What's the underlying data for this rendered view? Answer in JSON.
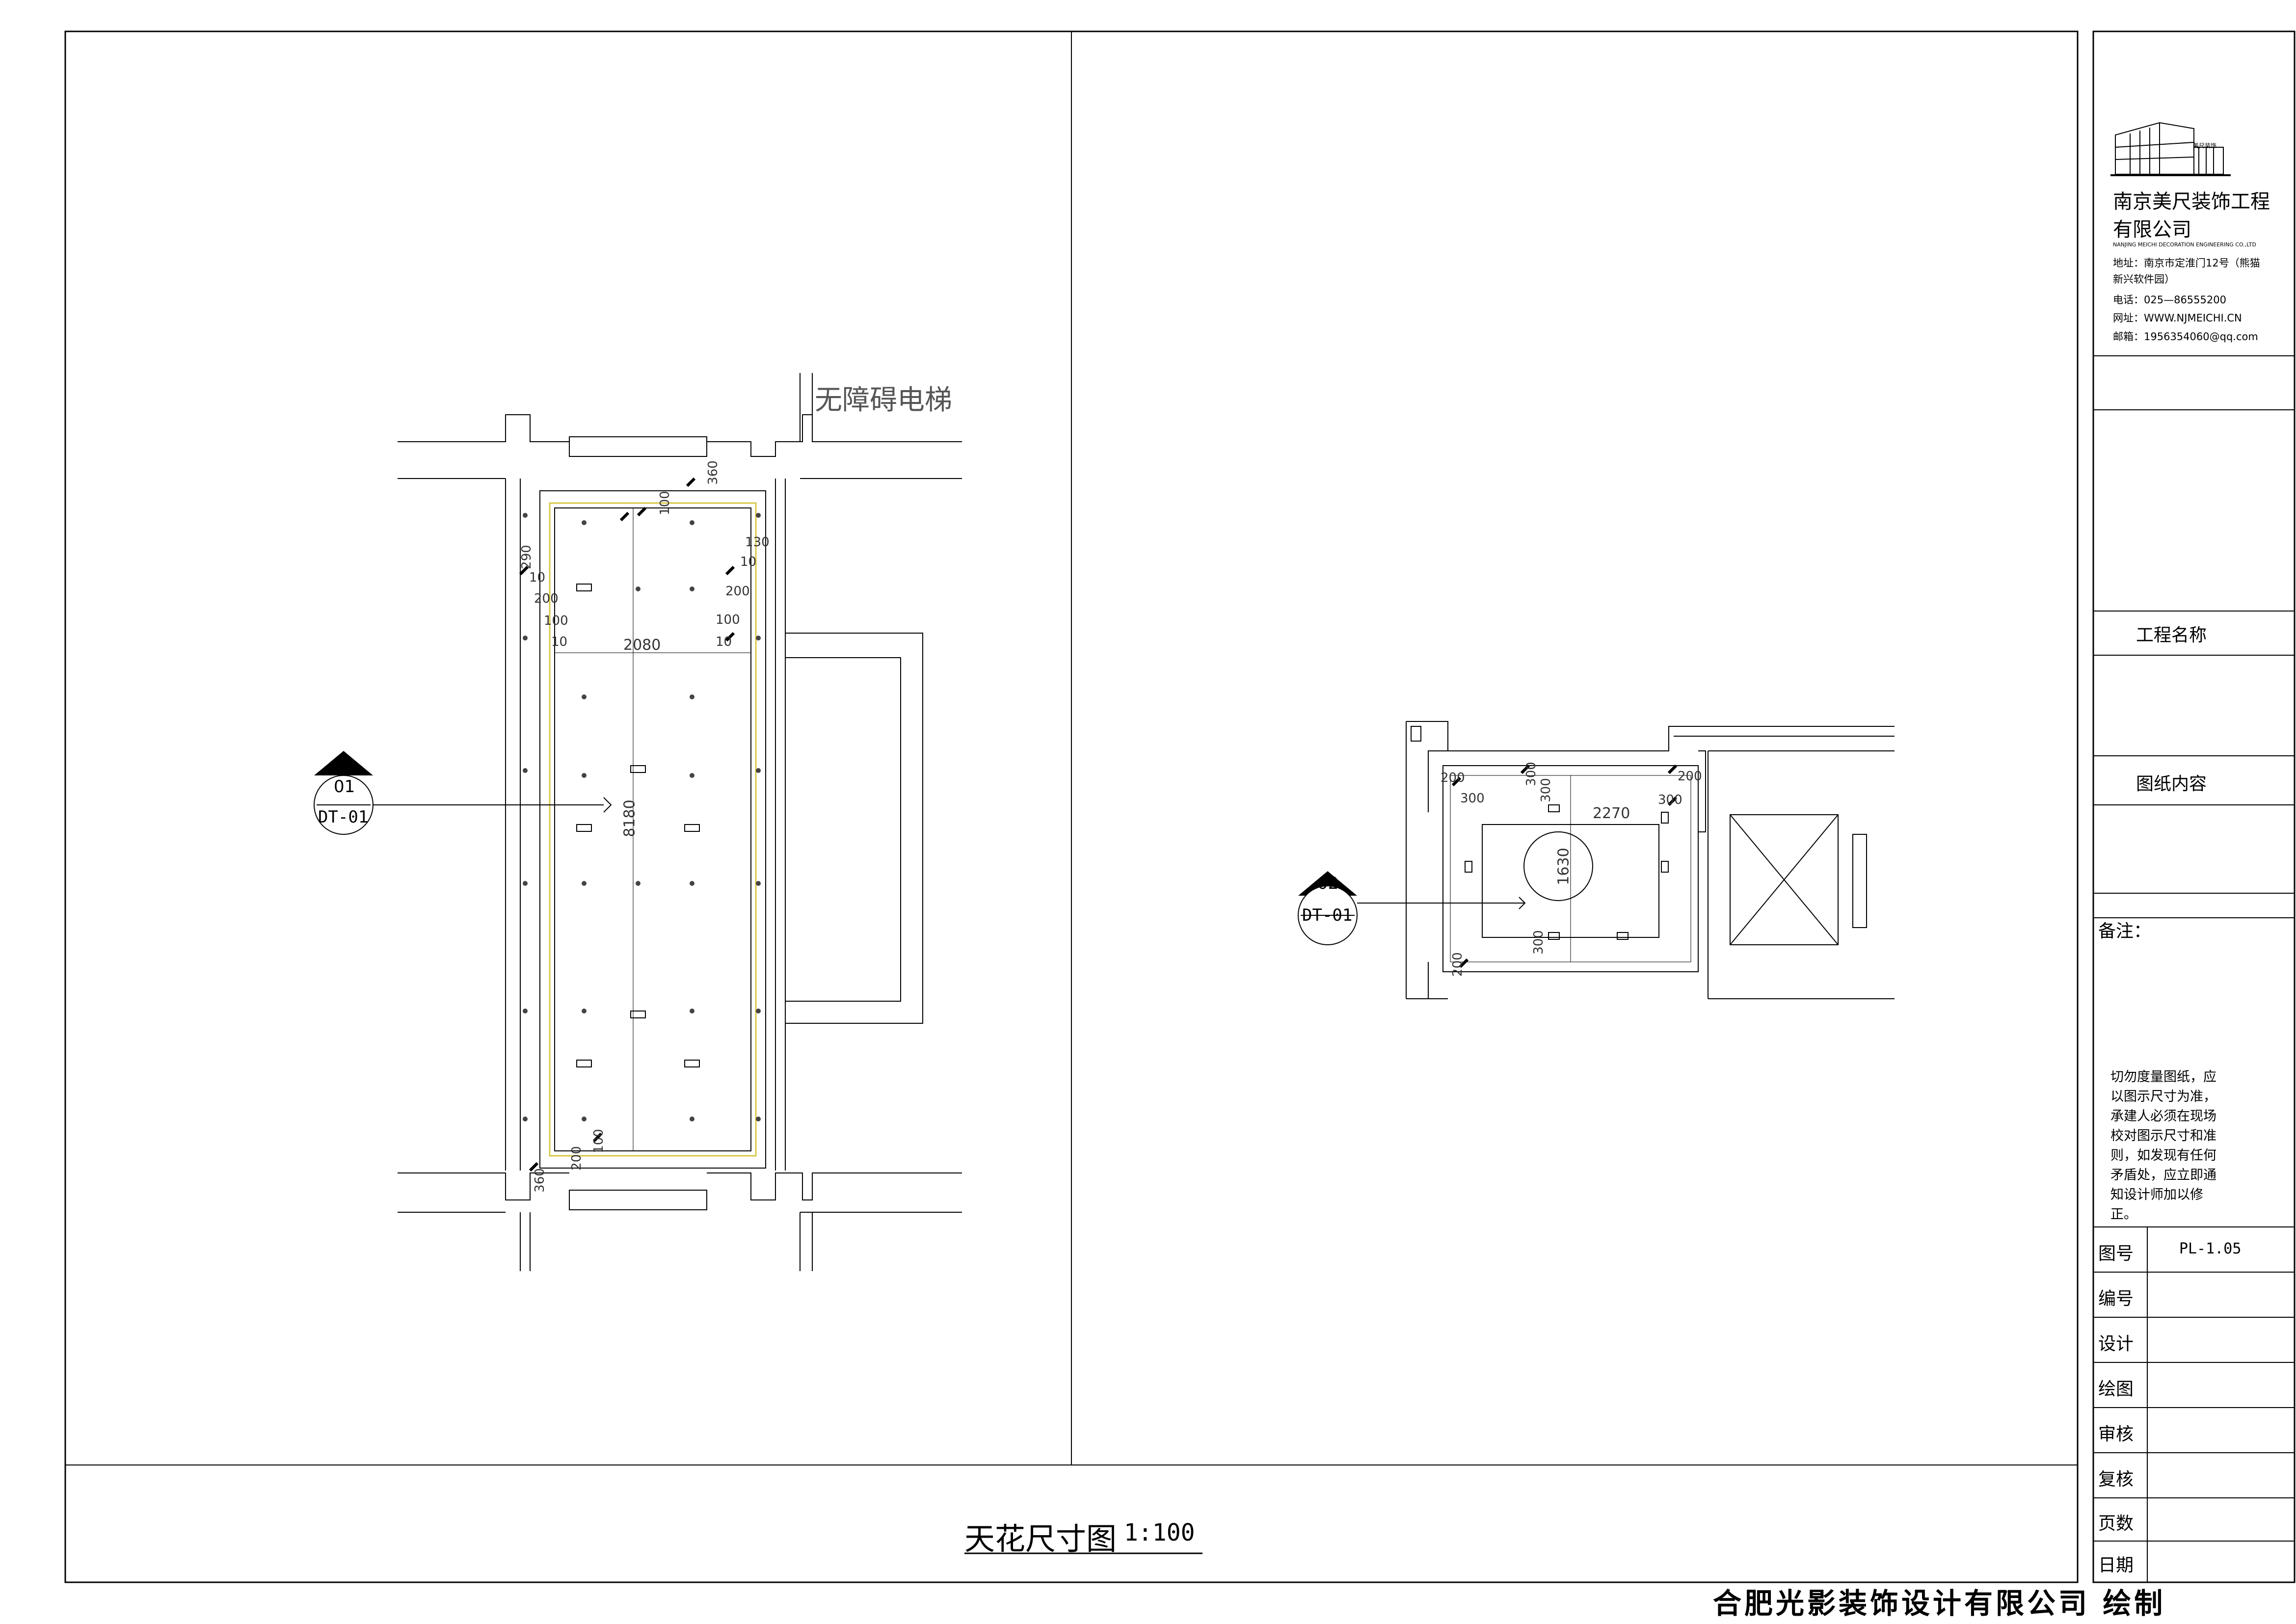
{
  "company": {
    "name_line1": "南京美尺装饰工程",
    "name_line2": "有限公司",
    "name_en": "NANJING MEICHI DECORATION ENGINEERING CO.,LTD",
    "logo_sign": "美尺装饰",
    "address": "地址：南京市定淮门12号（熊猫",
    "address_cont": "新兴软件园）",
    "phone": "电话：025—86555200",
    "website": "网址：WWW.NJMEICHI.CN",
    "email": "邮箱：1956354060@qq.com"
  },
  "title_block": {
    "project_name_label": "工程名称",
    "drawing_content_label": "图纸内容",
    "remarks_label": "备注：",
    "notice": "切勿度量图纸，应以图示尺寸为准，承建人必须在现场校对图示尺寸和准则，如发现有任何矛盾处，应立即通知设计师加以修正。",
    "rows": [
      {
        "label": "图号",
        "value": "PL-1.05"
      },
      {
        "label": "编号",
        "value": ""
      },
      {
        "label": "设计",
        "value": ""
      },
      {
        "label": "绘图",
        "value": ""
      },
      {
        "label": "审核",
        "value": ""
      },
      {
        "label": "复核",
        "value": ""
      },
      {
        "label": "页数",
        "value": ""
      },
      {
        "label": "日期",
        "value": ""
      }
    ]
  },
  "drawing": {
    "title": "天花尺寸图",
    "scale": "1:100",
    "elevator_label": "无障碍电梯",
    "markers": [
      {
        "num": "01",
        "ref": "DT-01"
      },
      {
        "num": "02",
        "ref": "DT-01"
      }
    ],
    "plan1_dims": [
      "2080",
      "8180",
      "290",
      "10",
      "200",
      "100",
      "10",
      "130",
      "10",
      "200",
      "100",
      "10",
      "360",
      "100",
      "360",
      "200",
      "100"
    ],
    "plan2_dims": [
      "2270",
      "1630",
      "200",
      "300",
      "300",
      "300",
      "200",
      "300",
      "300",
      "200"
    ]
  },
  "footer": "合肥光影装饰设计有限公司 绘制"
}
